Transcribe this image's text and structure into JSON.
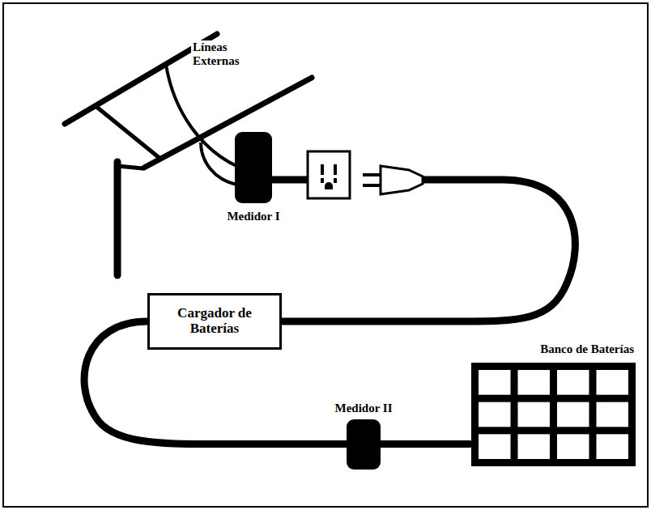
{
  "diagram": {
    "nodes": [
      {
        "text": [
          "Medidor I"
        ]
      },
      {
        "text": [
          "Cargador de Baterías"
        ]
      },
      {
        "text": [
          "Medidor II"
        ]
      },
      {
        "text": [
          "Banco de Baterías"
        ]
      }
    ],
    "edges": [
      {
        "from": 0,
        "to": 1,
        "arrow": "none"
      },
      {
        "from": 1,
        "to": 2,
        "arrow": "none"
      },
      {
        "from": 2,
        "to": 3,
        "arrow": "none"
      }
    ],
    "labels": [
      "Líneas Externas"
    ]
  }
}
